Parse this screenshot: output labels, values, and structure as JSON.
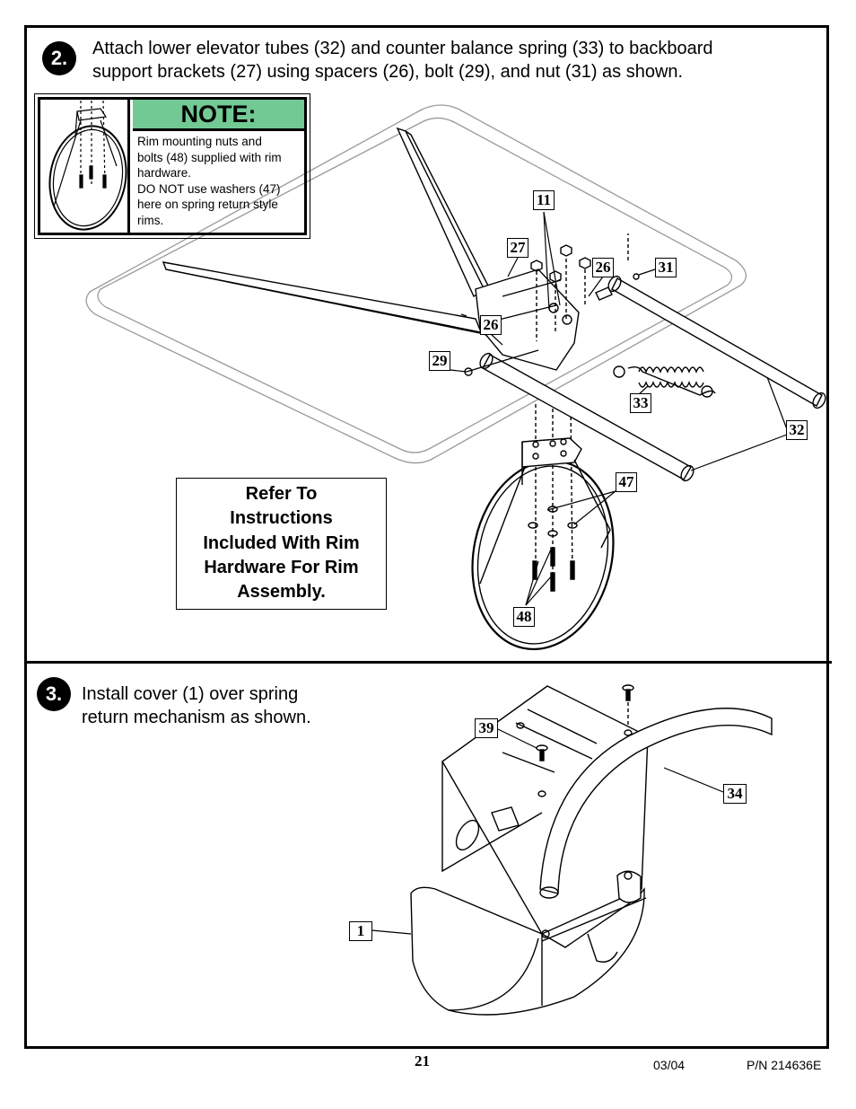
{
  "step2": {
    "number": "2.",
    "instruction_line1": "Attach lower elevator tubes (32) and counter balance spring (33) to backboard",
    "instruction_line2": "support brackets (27) using spacers (26), bolt (29), and nut (31) as shown."
  },
  "note": {
    "heading": "NOTE:",
    "line1": "Rim mounting nuts and",
    "line2": "bolts (48) supplied with rim",
    "line3": "hardware.",
    "line4": "DO NOT use washers (47)",
    "line5": "here on spring return style",
    "line6": "rims."
  },
  "refer": {
    "line1": "Refer To",
    "line2": "Instructions",
    "line3": "Included With Rim",
    "line4": "Hardware For Rim",
    "line5": "Assembly."
  },
  "callouts": {
    "c11": "11",
    "c27": "27",
    "c26a": "26",
    "c31": "31",
    "c26b": "26",
    "c29": "29",
    "c33": "33",
    "c32": "32",
    "c47": "47",
    "c48": "48",
    "c39": "39",
    "c34": "34",
    "c1": "1"
  },
  "step3": {
    "number": "3.",
    "instruction_line1": "Install cover (1) over spring",
    "instruction_line2": "return mechanism as shown."
  },
  "footer": {
    "page_number": "21",
    "date": "03/04",
    "part_number": "P/N 214636E"
  },
  "colors": {
    "note_header": "#72c994"
  }
}
